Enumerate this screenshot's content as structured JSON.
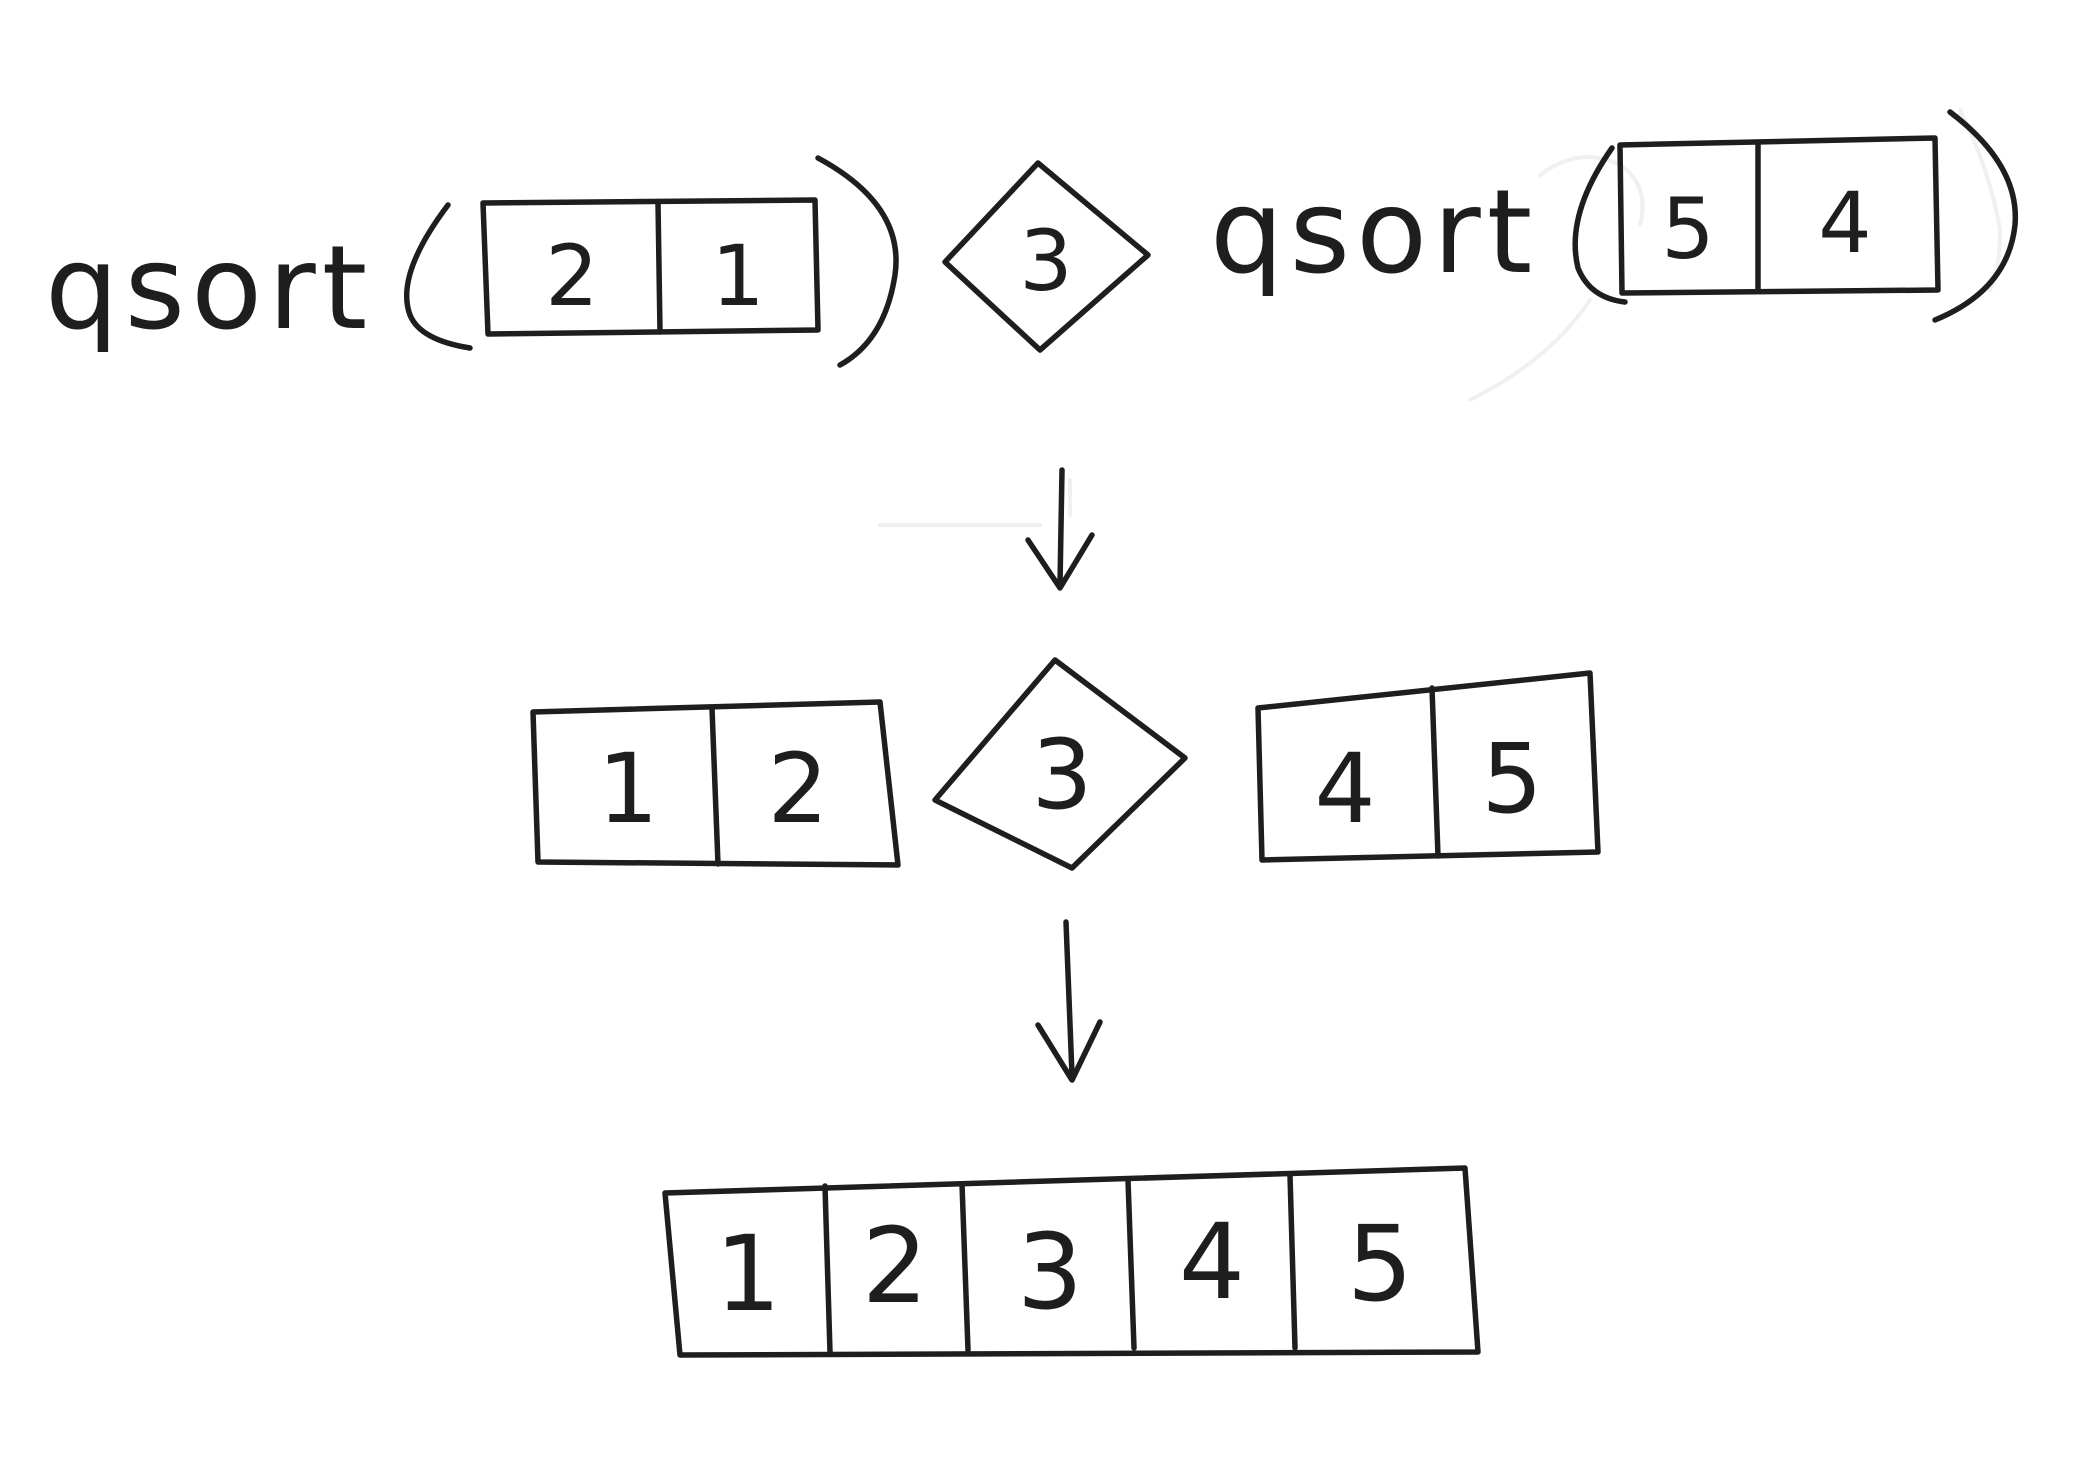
{
  "rows": {
    "call": {
      "left_fn": "qsort",
      "left_array": [
        "2",
        "1"
      ],
      "pivot": "3",
      "right_fn": "qsort",
      "right_array": [
        "5",
        "4"
      ]
    },
    "partial": {
      "left_array": [
        "1",
        "2"
      ],
      "pivot": "3",
      "right_array": [
        "4",
        "5"
      ]
    },
    "result": {
      "array": [
        "1",
        "2",
        "3",
        "4",
        "5"
      ]
    }
  },
  "ink_color": "#1e1e1e"
}
